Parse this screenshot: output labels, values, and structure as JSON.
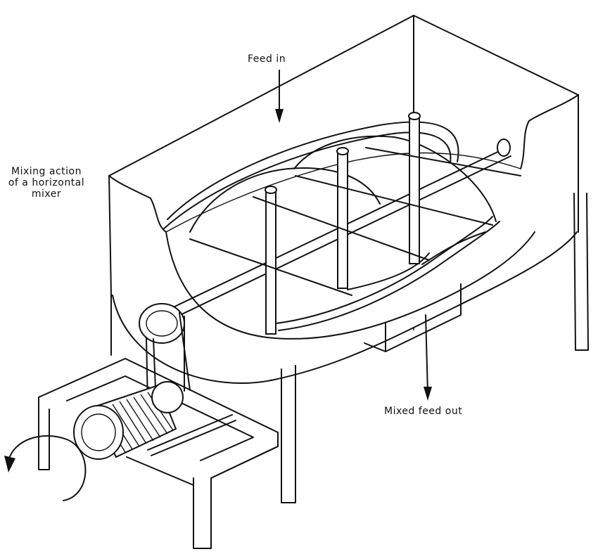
{
  "labels": {
    "feed_in": "Feed in",
    "mixing_action_line1": "Mixing action",
    "mixing_action_line2": "of a horizontal",
    "mixing_action_line3": "mixer",
    "mixed_feed_out": "Mixed feed out"
  },
  "colors": {
    "ink": "#111111",
    "paper": "#ffffff"
  }
}
